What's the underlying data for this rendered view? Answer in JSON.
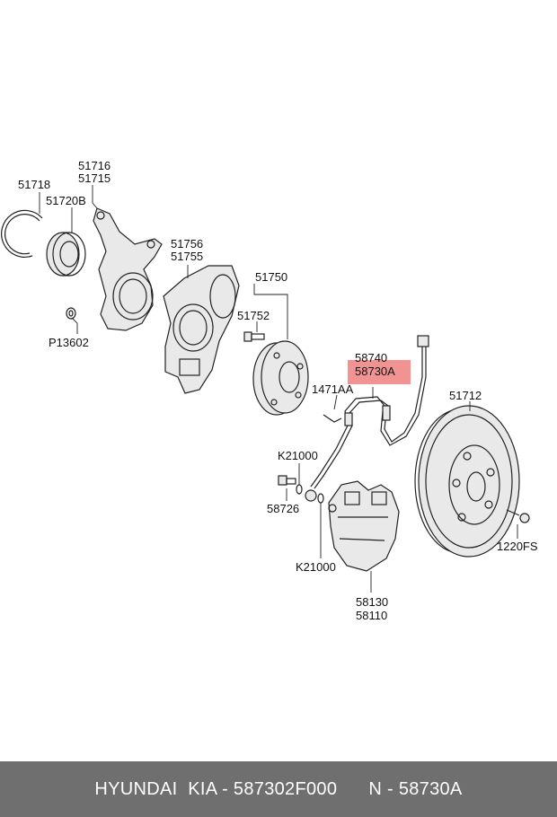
{
  "labels": {
    "l51716": "51716",
    "l51715": "51715",
    "l51718": "51718",
    "l51720B": "51720B",
    "l51756": "51756",
    "l51755": "51755",
    "l51750": "51750",
    "l51752": "51752",
    "lP13602": "P13602",
    "l58740": "58740",
    "l58730A": "58730A",
    "l1471AA": "1471AA",
    "l51712": "51712",
    "lK21000a": "K21000",
    "l58726": "58726",
    "lK21000b": "K21000",
    "l1220FS": "1220FS",
    "l58130": "58130",
    "l58110": "58110"
  },
  "highlight": {
    "color": "#f08080"
  },
  "footer": {
    "text": "HYUNDAI  KIA - 587302F000      N - 58730A"
  }
}
